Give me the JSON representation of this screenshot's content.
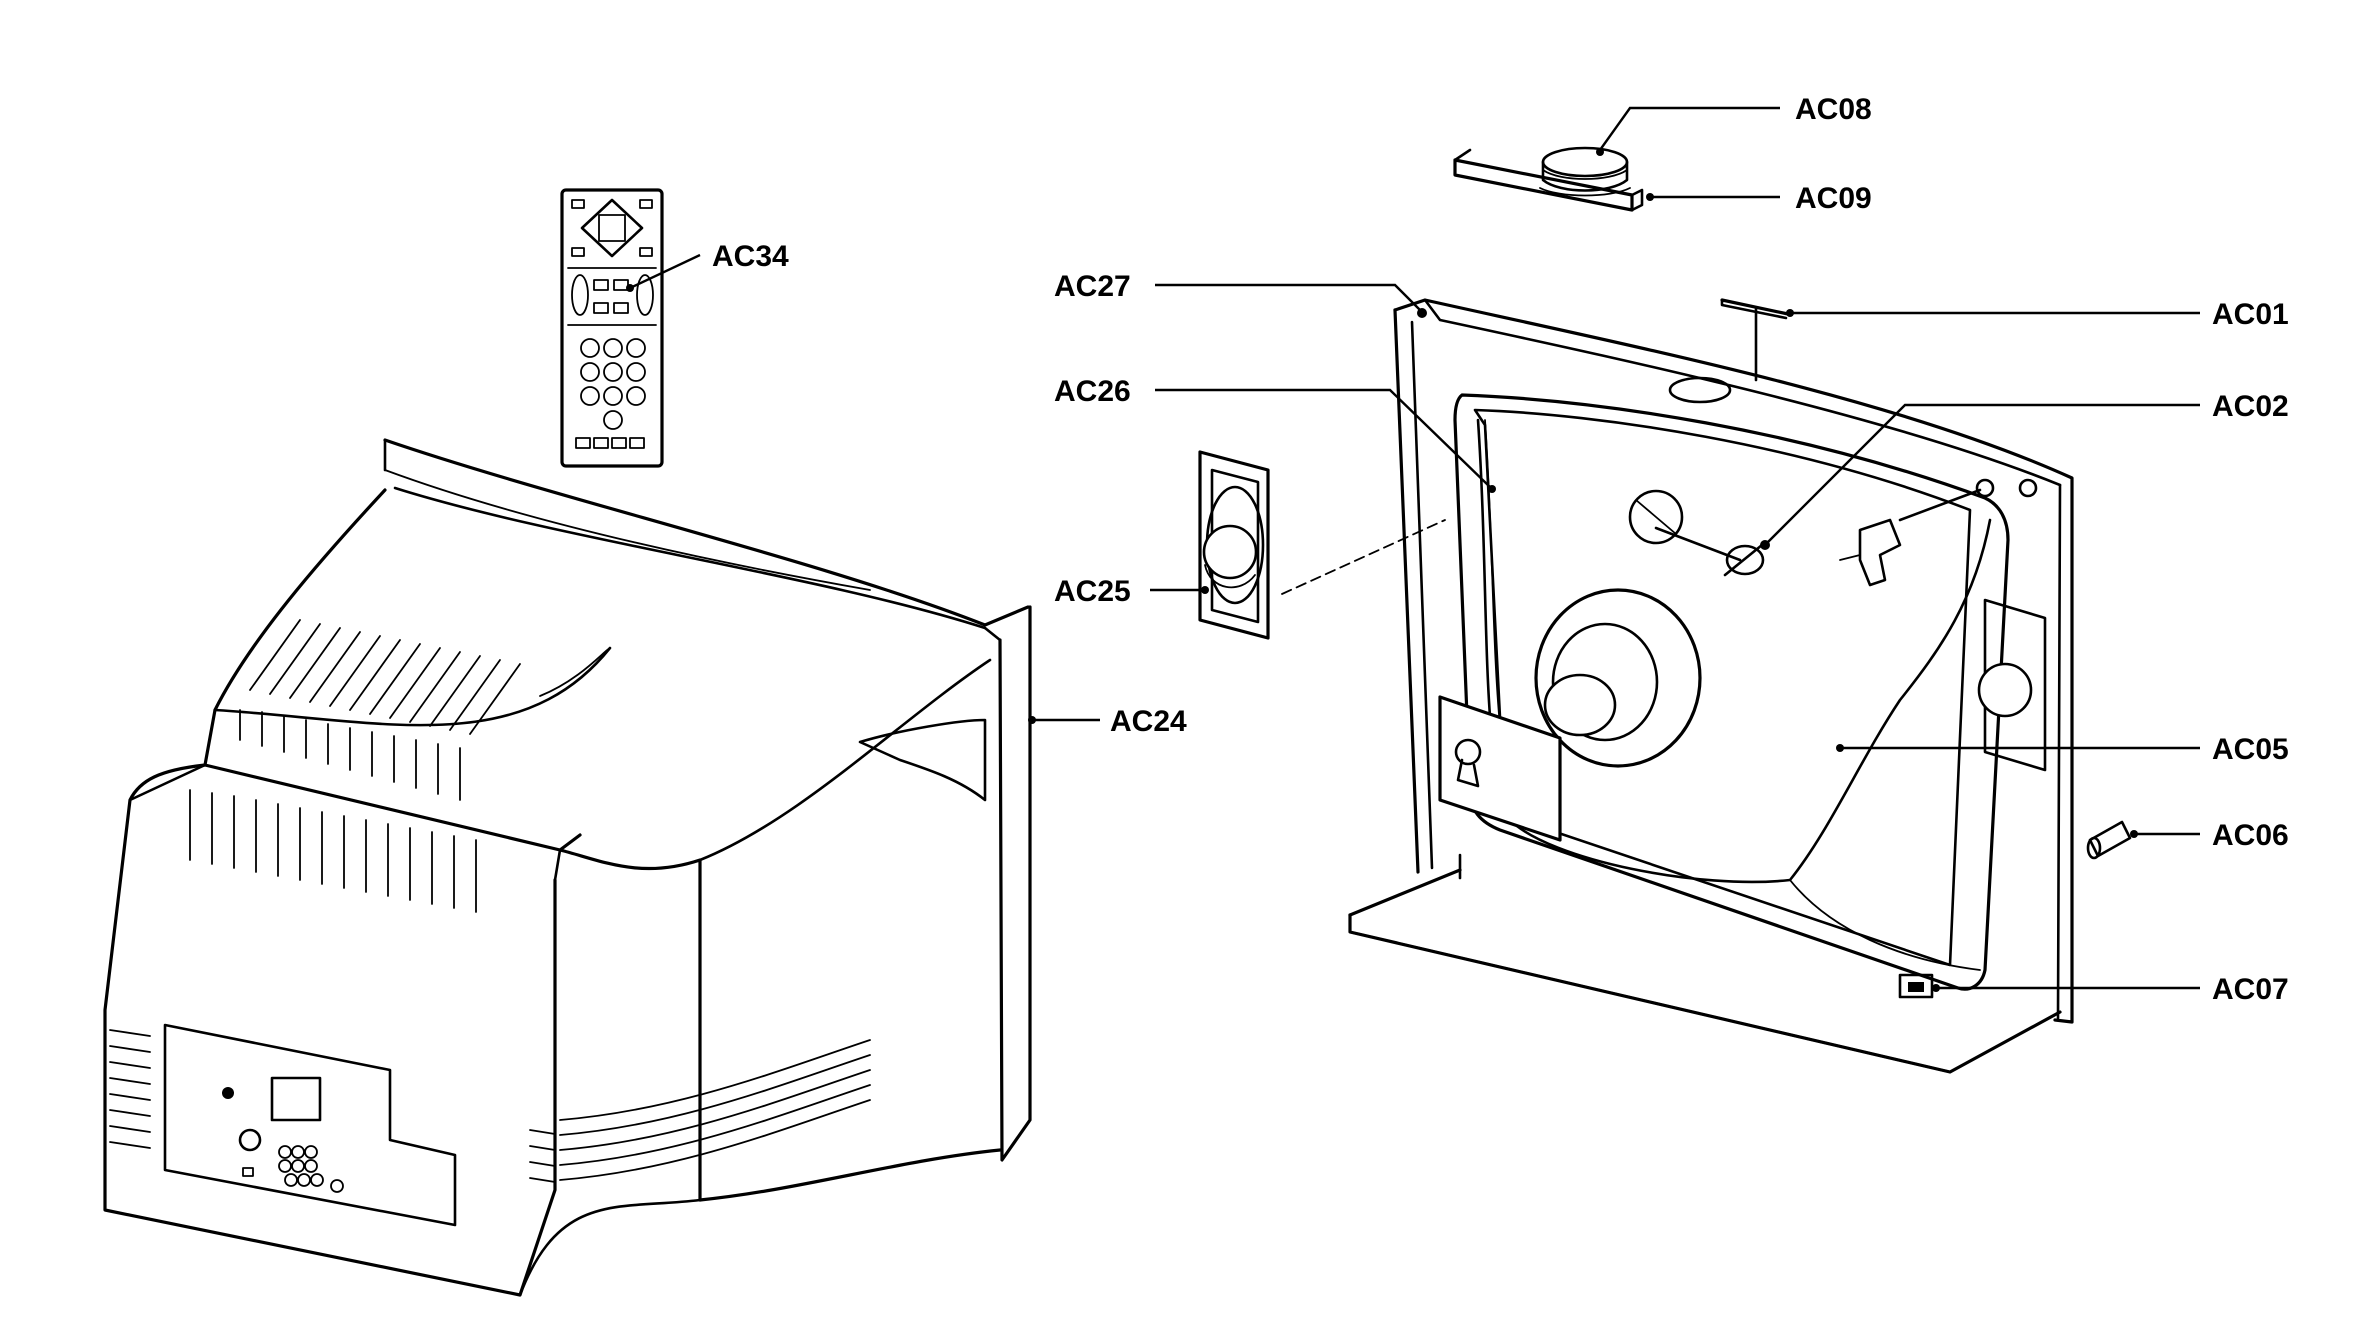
{
  "callouts": [
    {
      "id": "AC08"
    },
    {
      "id": "AC09"
    },
    {
      "id": "AC34"
    },
    {
      "id": "AC27"
    },
    {
      "id": "AC01"
    },
    {
      "id": "AC26"
    },
    {
      "id": "AC02"
    },
    {
      "id": "AC25"
    },
    {
      "id": "AC24"
    },
    {
      "id": "AC05"
    },
    {
      "id": "AC06"
    },
    {
      "id": "AC07"
    }
  ]
}
